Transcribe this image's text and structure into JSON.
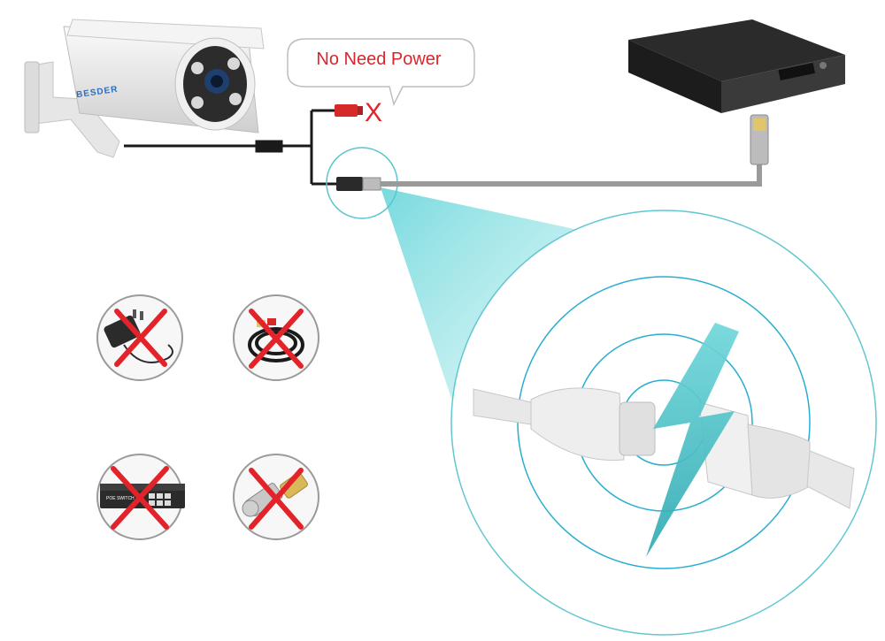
{
  "callout": {
    "text": "No Need Power"
  },
  "camera": {
    "brand": "BESDER"
  },
  "excluded_items": [
    {
      "name": "power-adapter"
    },
    {
      "name": "coaxial-cable"
    },
    {
      "name": "poe-switch",
      "label": "POE SWITCH"
    },
    {
      "name": "bnc-connector"
    }
  ],
  "colors": {
    "accent": "#4fc9cf",
    "cross": "#e2232a",
    "cable_black": "#1a1a1a",
    "cable_gray": "#9a9a9a"
  }
}
